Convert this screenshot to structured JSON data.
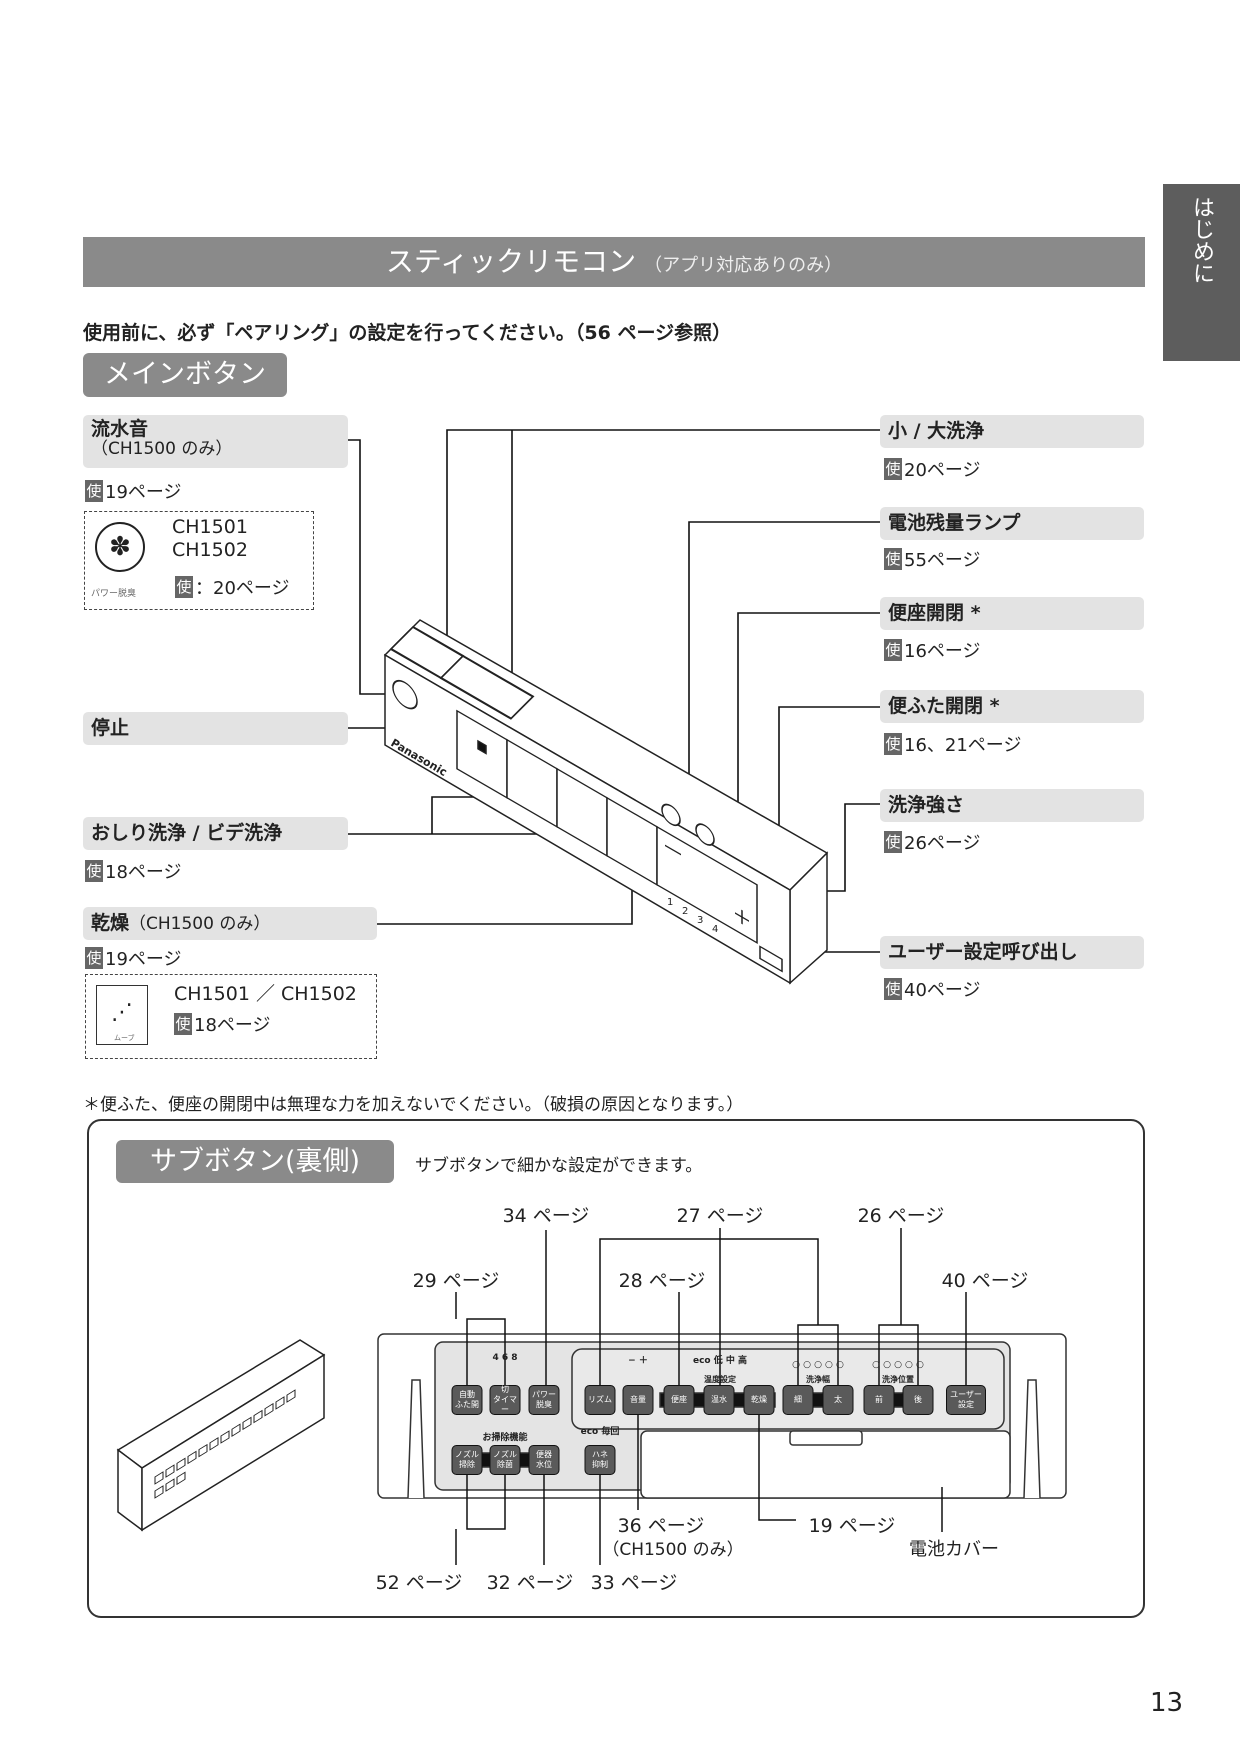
{
  "side_tab": "はじめに",
  "header": {
    "title": "スティックリモコン",
    "subtitle": "（アプリ対応ありのみ）"
  },
  "intro": "使用前に、必ず「ペアリング」の設定を行ってください。（56 ページ参照）",
  "use_mark": "使",
  "main": {
    "section_title": "メインボタン",
    "left": [
      {
        "label": "流水音",
        "sub": "（CH1500 のみ）",
        "ref": "19ページ"
      },
      {
        "label": "停止"
      },
      {
        "label": "おしり洗浄 / ビデ洗浄",
        "ref": "18ページ"
      },
      {
        "label": "乾燥",
        "sub": "（CH1500 のみ）",
        "ref": "19ページ"
      }
    ],
    "alt1": {
      "models": [
        "CH1501",
        "CH1502"
      ],
      "ref": "：20ページ",
      "icon_caption": "パワー脱臭"
    },
    "alt2": {
      "models": "CH1501 ／ CH1502",
      "ref": "18ページ",
      "icon_caption": "ムーブ"
    },
    "right": [
      {
        "label": "小 / 大洗浄",
        "ref": "20ページ"
      },
      {
        "label": "電池残量ランプ",
        "ref": "55ページ"
      },
      {
        "label": "便座開閉 *",
        "ref": "16ページ"
      },
      {
        "label": "便ふた開閉 *",
        "ref": "16、21ページ"
      },
      {
        "label": "洗浄強さ",
        "ref": "26ページ"
      },
      {
        "label": "ユーザー設定呼び出し",
        "ref": "40ページ"
      }
    ],
    "remote": {
      "brand": "Panasonic",
      "levels": [
        "1",
        "2",
        "3",
        "4"
      ]
    }
  },
  "note": "＊便ふた、便座の開閉中は無理な力を加えないでください。（破損の原因となります。）",
  "sub": {
    "section_title": "サブボタン(裏側)",
    "desc": "サブボタンで細かな設定ができます。",
    "pages": {
      "p34": "34 ページ",
      "p27": "27 ページ",
      "p26": "26 ページ",
      "p29": "29 ページ",
      "p28": "28 ページ",
      "p40": "40 ページ",
      "p36": "36 ページ",
      "p36note": "（CH1500 のみ）",
      "p19": "19 ページ",
      "cover": "電池カバー",
      "p52": "52 ページ",
      "p32": "32 ページ",
      "p33": "33 ページ"
    },
    "row1": [
      "自動\nふた開",
      "切\nタイマー",
      "パワー\n脱臭",
      "リズム",
      "音量",
      "便座",
      "温水",
      "乾燥",
      "細",
      "太",
      "前",
      "後",
      "ユーザー\n設定"
    ],
    "row2": [
      "ノズル\n掃除",
      "ノズル\n除菌",
      "便器\n水位",
      "ハネ\n抑制"
    ],
    "indicators": {
      "timer": "4  6  8",
      "volume": "−      ＋",
      "temp": "eco  低   中   高",
      "temp_label": "温度設定",
      "width_label": "洗浄幅",
      "pos_label": "洗浄位置",
      "clean_label": "お掃除機能",
      "splash": "eco  毎回",
      "dots": "○ ○ ○ ○ ○"
    }
  },
  "page_number": "13"
}
